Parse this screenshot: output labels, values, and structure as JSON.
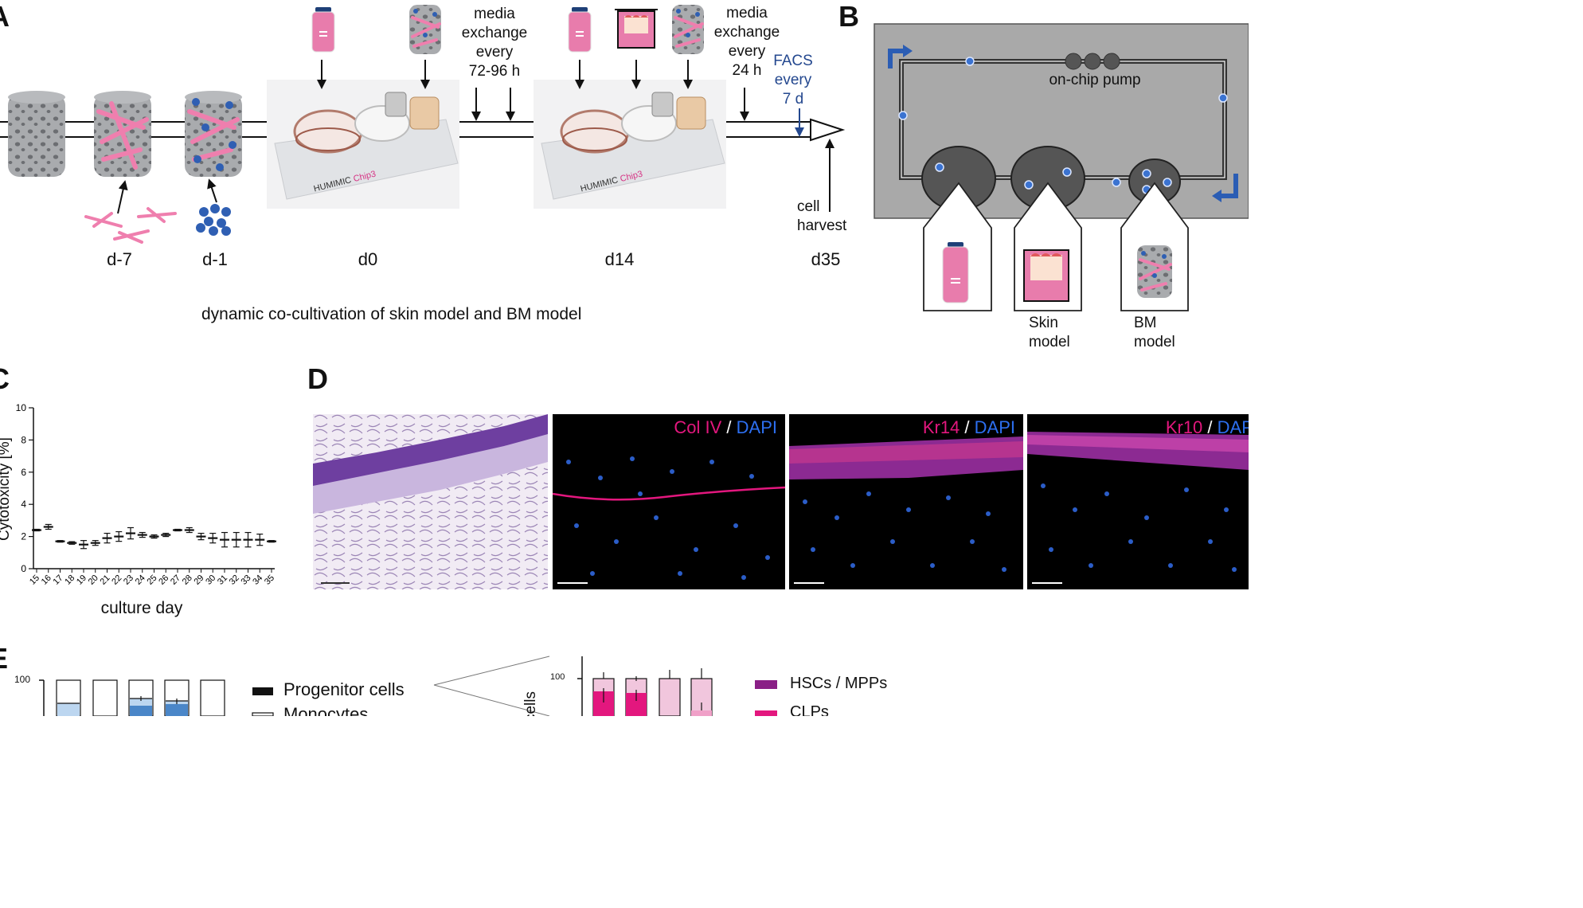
{
  "panels": {
    "A": "A",
    "B": "B",
    "C": "C",
    "D": "D",
    "E": "E"
  },
  "panel_a": {
    "day_labels": [
      "d-7",
      "d-1",
      "d0",
      "d14",
      "d35"
    ],
    "media_exchange_1": [
      "media",
      "exchange",
      "every",
      "72-96 h"
    ],
    "media_exchange_2": [
      "media",
      "exchange",
      "every",
      "24 h"
    ],
    "facs": [
      "FACS",
      "every",
      "7 d"
    ],
    "cell_harvest": [
      "cell",
      "harvest"
    ],
    "chip_brand": "HUMIMIC",
    "chip_model": "Chip3",
    "caption": "dynamic co-cultivation of skin model and BM model"
  },
  "panel_b": {
    "pump_label": "on-chip pump",
    "skin_model": [
      "Skin",
      "model"
    ],
    "bm_model": [
      "BM",
      "model"
    ]
  },
  "panel_d": {
    "images": [
      {
        "stain": "",
        "separator": "",
        "counter": ""
      },
      {
        "stain": "Col IV",
        "separator": " / ",
        "counter": "DAPI"
      },
      {
        "stain": "Kr14",
        "separator": " / ",
        "counter": "DAPI"
      },
      {
        "stain": "Kr10",
        "separator": " / ",
        "counter": "DAPI"
      }
    ]
  },
  "panel_e": {
    "legend_left": [
      "Progenitor cells",
      "Monocytes"
    ],
    "legend_right": [
      "HSCs / MPPs",
      "CLPs"
    ],
    "right_ylabel": "cells"
  },
  "colors": {
    "progenitor": "#111111",
    "monocytes": "#ffffff",
    "light_blue": "#bcd6f0",
    "mid_blue": "#4a86c8",
    "hsc_mpp": "#8a1f86",
    "clp": "#e3177e",
    "light_pink": "#f1c6dd",
    "scaffold": "#a5a7aa",
    "chip_bg": "#a9a9a9",
    "medium_pink": "#e87cac"
  },
  "chart_data": [
    {
      "type": "scatter",
      "title": "",
      "xlabel": "culture day",
      "ylabel": "Cytotoxicity [%]",
      "x": [
        15,
        16,
        17,
        18,
        19,
        20,
        21,
        22,
        23,
        24,
        25,
        26,
        27,
        28,
        29,
        30,
        31,
        32,
        33,
        34,
        35
      ],
      "values": [
        2.4,
        2.6,
        1.7,
        1.6,
        1.5,
        1.6,
        1.9,
        2.0,
        2.2,
        2.1,
        2.0,
        2.1,
        2.4,
        2.4,
        2.0,
        1.9,
        1.8,
        1.8,
        1.8,
        1.8,
        1.7
      ],
      "errors": [
        0.05,
        0.15,
        0.05,
        0.08,
        0.25,
        0.15,
        0.3,
        0.3,
        0.35,
        0.15,
        0.1,
        0.1,
        0.05,
        0.15,
        0.2,
        0.3,
        0.45,
        0.45,
        0.45,
        0.35,
        0.05
      ],
      "yticks": [
        0,
        2,
        4,
        6,
        8,
        10
      ],
      "ylim": [
        0,
        10
      ],
      "grid": false
    },
    {
      "type": "bar",
      "title": "",
      "ylabel": "",
      "yticks_visible": [
        100
      ],
      "ylim_visible_top": 100,
      "series": [
        {
          "name": "Progenitor cells",
          "values": [
            null,
            null,
            null,
            null,
            null,
            null
          ]
        },
        {
          "name": "Monocytes",
          "values": [
            null,
            null,
            null,
            null,
            null,
            null
          ]
        }
      ]
    },
    {
      "type": "bar",
      "title": "",
      "ylabel": "cells",
      "yticks_visible": [
        100
      ],
      "ylim_visible_top": 100,
      "series": [
        {
          "name": "HSCs / MPPs",
          "values": [
            null,
            null,
            null,
            null
          ]
        },
        {
          "name": "CLPs",
          "values": [
            null,
            null,
            null,
            null
          ]
        }
      ]
    }
  ]
}
